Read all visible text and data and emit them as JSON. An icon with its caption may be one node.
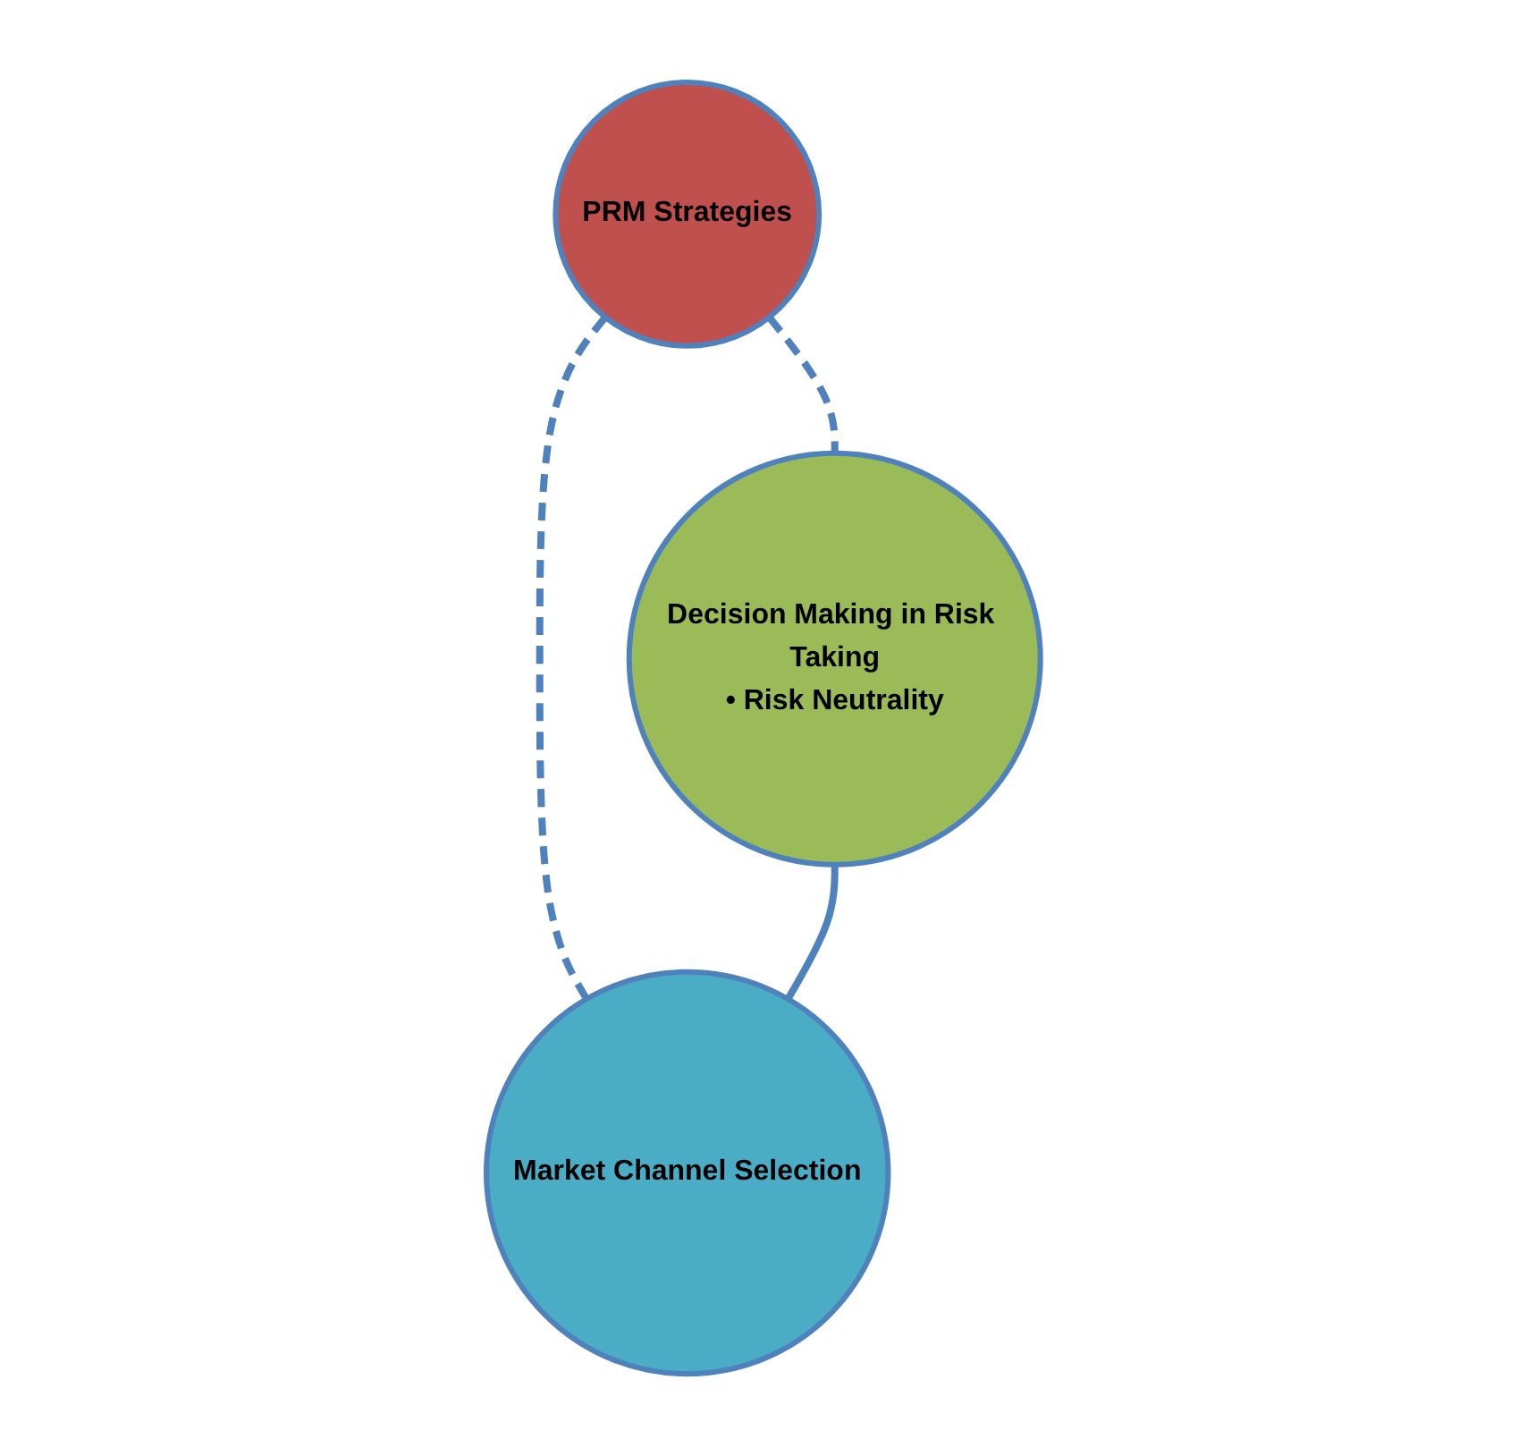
{
  "diagram": {
    "nodes": [
      {
        "text": [
          "PRM Strategies"
        ]
      },
      {
        "text": [
          "Decision Making in Risk Taking",
          "• Risk Neutrality"
        ]
      },
      {
        "text": [
          "Market Channel Selection"
        ]
      }
    ],
    "edges": [
      {
        "from": 0,
        "to": 1,
        "arrow": "none",
        "style": "dashed"
      },
      {
        "from": 0,
        "to": 2,
        "arrow": "none",
        "style": "dashed"
      },
      {
        "from": 1,
        "to": 2,
        "arrow": "none"
      }
    ]
  }
}
